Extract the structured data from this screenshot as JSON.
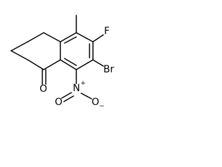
{
  "molecule": {
    "atoms": {
      "fluorine": "F",
      "bromine": "Br",
      "carbonyl_oxygen": "O",
      "nitro_nitrogen": "N",
      "nitro_oxygen_1": "O",
      "nitro_oxygen_2": "O",
      "nitro_n_charge": "+",
      "nitro_o_charge": "−"
    },
    "line_color": "#000000",
    "background": "#ffffff"
  }
}
